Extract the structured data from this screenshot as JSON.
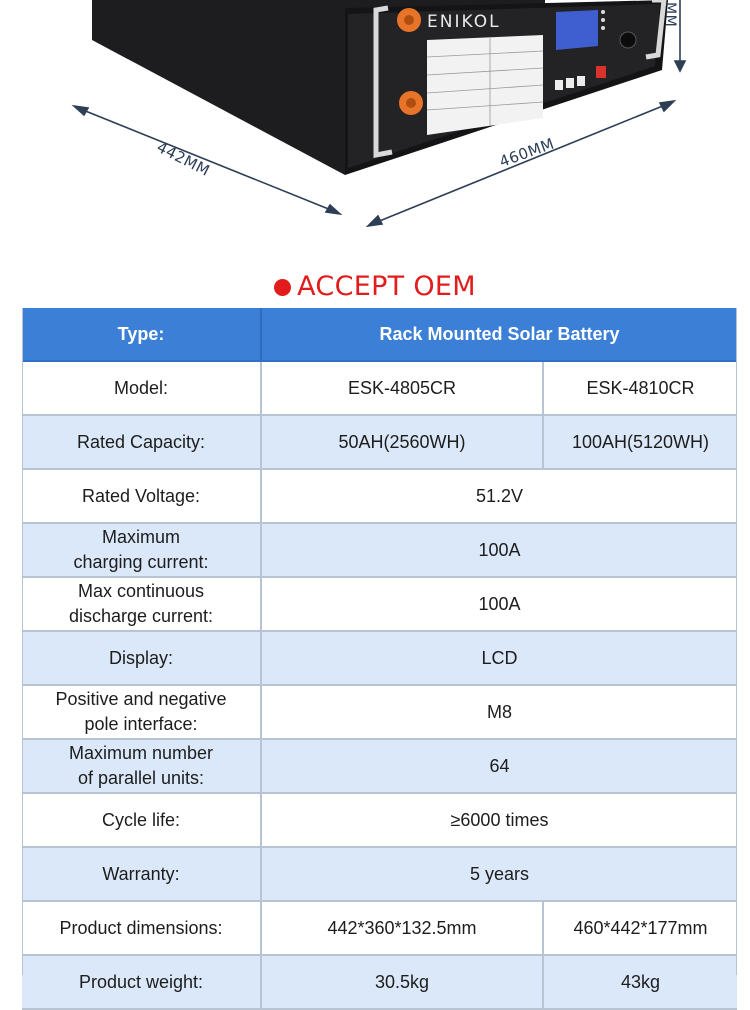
{
  "hero": {
    "brand": "ENIKOL",
    "dim_left": "442MM",
    "dim_right": "460MM",
    "dim_top": "MM"
  },
  "oem_heading": "ACCEPT OEM",
  "table": {
    "header": {
      "label": "Type:",
      "value": "Rack Mounted Solar Battery"
    },
    "rows": [
      {
        "label": "Model:",
        "values": [
          "ESK-4805CR",
          "ESK-4810CR"
        ]
      },
      {
        "label": "Rated Capacity:",
        "values": [
          "50AH(2560WH)",
          "100AH(5120WH)"
        ]
      },
      {
        "label": "Rated Voltage:",
        "values": [
          "51.2V"
        ]
      },
      {
        "label": "Maximum\ncharging current:",
        "values": [
          "100A"
        ]
      },
      {
        "label": "Max continuous\ndischarge current:",
        "values": [
          "100A"
        ]
      },
      {
        "label": "Display:",
        "values": [
          "LCD"
        ]
      },
      {
        "label": "Positive and negative\npole interface:",
        "values": [
          "M8"
        ]
      },
      {
        "label": "Maximum number\nof parallel units:",
        "values": [
          "64"
        ]
      },
      {
        "label": "Cycle life:",
        "values": [
          "≥6000 times"
        ]
      },
      {
        "label": "Warranty:",
        "values": [
          "5 years"
        ]
      },
      {
        "label": "Product dimensions:",
        "values": [
          "442*360*132.5mm",
          "460*442*177mm"
        ]
      },
      {
        "label": "Product weight:",
        "values": [
          "30.5kg",
          "43kg"
        ]
      }
    ]
  },
  "colors": {
    "header_blue": "#3b7fd6",
    "row_alt": "#dbe8f9",
    "accent_red": "#e21c1c"
  }
}
